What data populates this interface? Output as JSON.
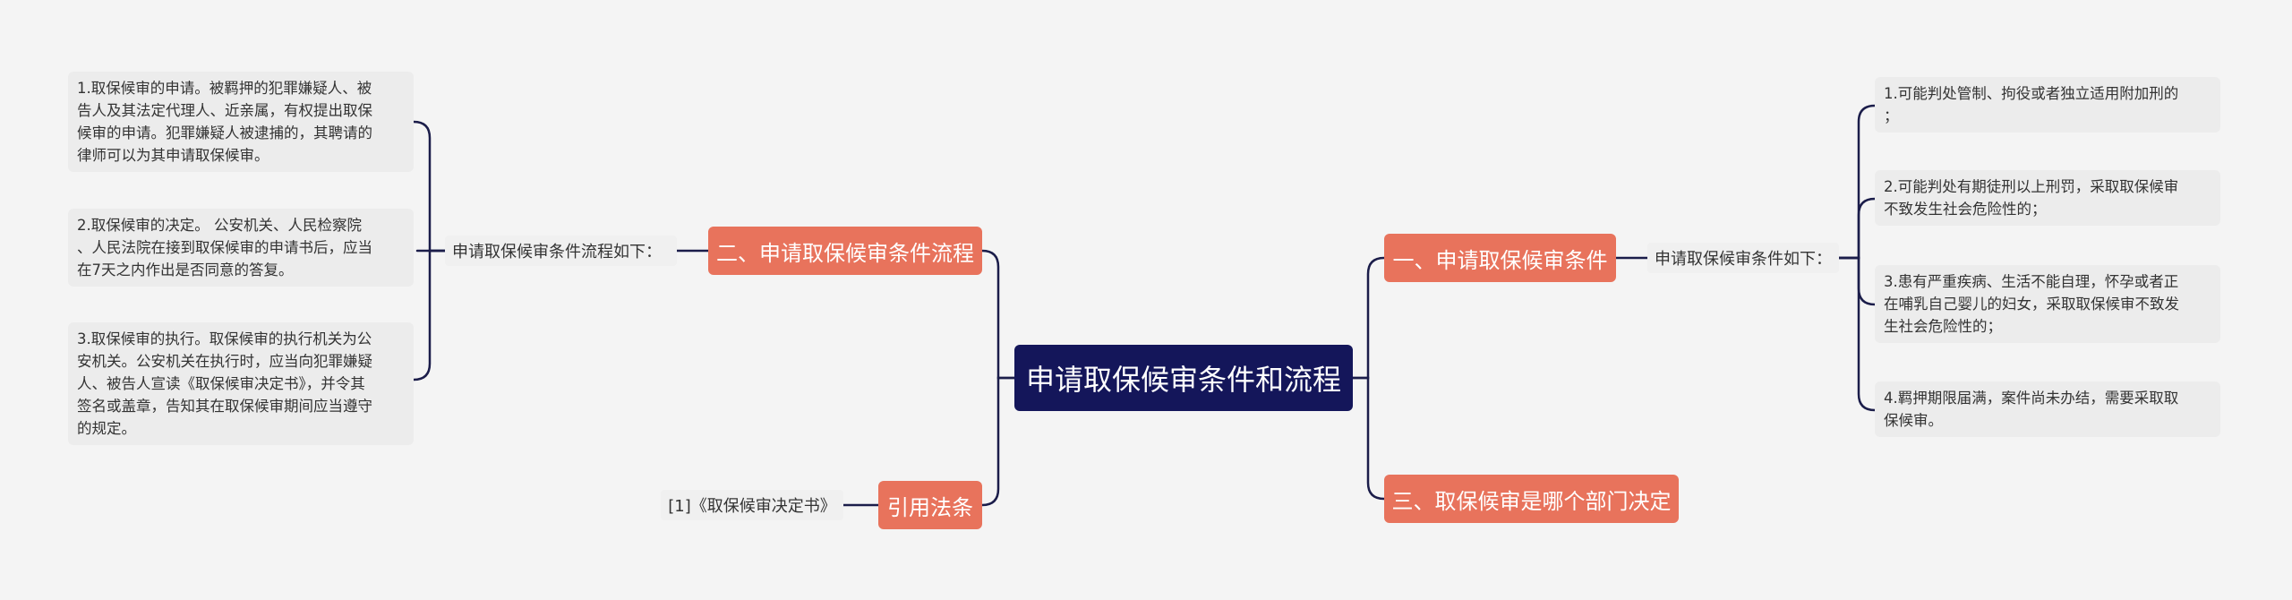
{
  "colors": {
    "root": "#14165a",
    "branch": "#e8735c",
    "line": "#1b1d4a",
    "background": "#f4f4f4",
    "leaf": "#ececec"
  },
  "root": {
    "text": "申请取保候审条件和流程"
  },
  "right": {
    "branch1": {
      "text": "一、申请取保候审条件",
      "label": "申请取保候审条件如下：",
      "items": [
        "1.可能判处管制、拘役或者独立适用附加刑的\n；",
        "2.可能判处有期徒刑以上刑罚，采取取保候审\n不致发生社会危险性的；",
        "3.患有严重疾病、生活不能自理，怀孕或者正\n在哺乳自己婴儿的妇女，采取取保候审不致发\n生社会危险性的；",
        "4.羁押期限届满，案件尚未办结，需要采取取\n保候审。"
      ]
    },
    "branch3": {
      "text": "三、取保候审是哪个部门决定"
    }
  },
  "left": {
    "branch2": {
      "text": "二、申请取保候审条件流程",
      "label": "申请取保候审条件流程如下：",
      "items": [
        "1.取保候审的申请。被羁押的犯罪嫌疑人、被\n告人及其法定代理人、近亲属，有权提出取保\n候审的申请。犯罪嫌疑人被逮捕的，其聘请的\n律师可以为其申请取保候审。",
        "2.取保候审的决定。 公安机关、人民检察院\n、人民法院在接到取保候审的申请书后，应当\n在7天之内作出是否同意的答复。",
        "3.取保候审的执行。取保候审的执行机关为公\n安机关。公安机关在执行时，应当向犯罪嫌疑\n人、被告人宣读《取保候审决定书》，并令其\n签名或盖章，告知其在取保候审期间应当遵守\n的规定。"
      ]
    },
    "branch4": {
      "text": "引用法条",
      "label": "[1]《取保候审决定书》"
    }
  }
}
